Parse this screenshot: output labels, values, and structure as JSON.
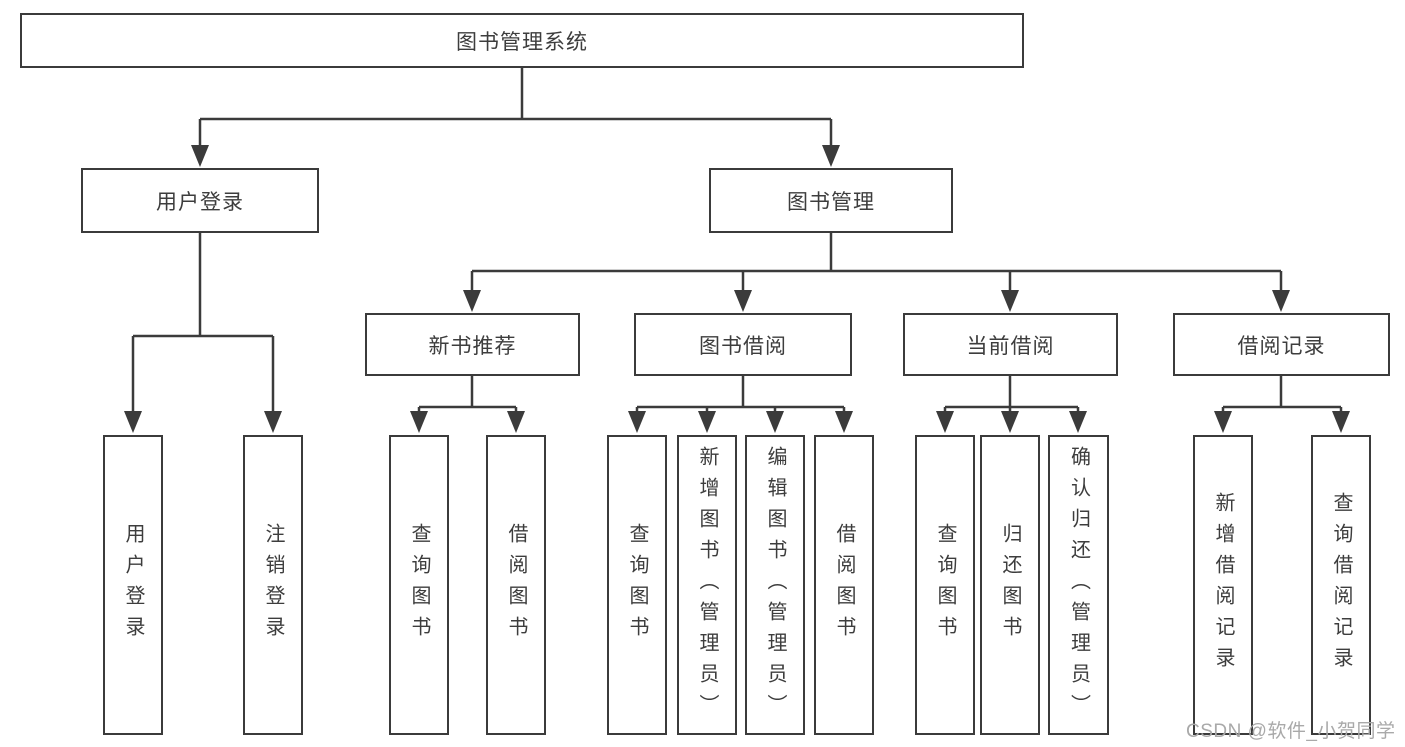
{
  "nodes": {
    "root": "图书管理系统",
    "user_login": "用户登录",
    "book_mgmt": "图书管理",
    "new_book_rec": "新书推荐",
    "book_borrow": "图书借阅",
    "current_borrow": "当前借阅",
    "borrow_records": "借阅记录",
    "leaf_user_login": "用户登录",
    "leaf_logout": "注销登录",
    "leaf_query_books_1": "查询图书",
    "leaf_borrow_books_1": "借阅图书",
    "leaf_query_books_2": "查询图书",
    "leaf_add_book": "新增图书（管理员）",
    "leaf_edit_book": "编辑图书（管理员）",
    "leaf_borrow_books_2": "借阅图书",
    "leaf_query_books_3": "查询图书",
    "leaf_return_book": "归还图书",
    "leaf_confirm_return": "确认归还（管理员）",
    "leaf_add_borrow_record": "新增借阅记录",
    "leaf_query_borrow_record": "查询借阅记录"
  },
  "watermark": "CSDN @软件_小贺同学",
  "colors": {
    "line": "#3b3b3b",
    "text": "#3d3d3d",
    "background": "#ffffff",
    "watermark": "#a9a9a9"
  }
}
